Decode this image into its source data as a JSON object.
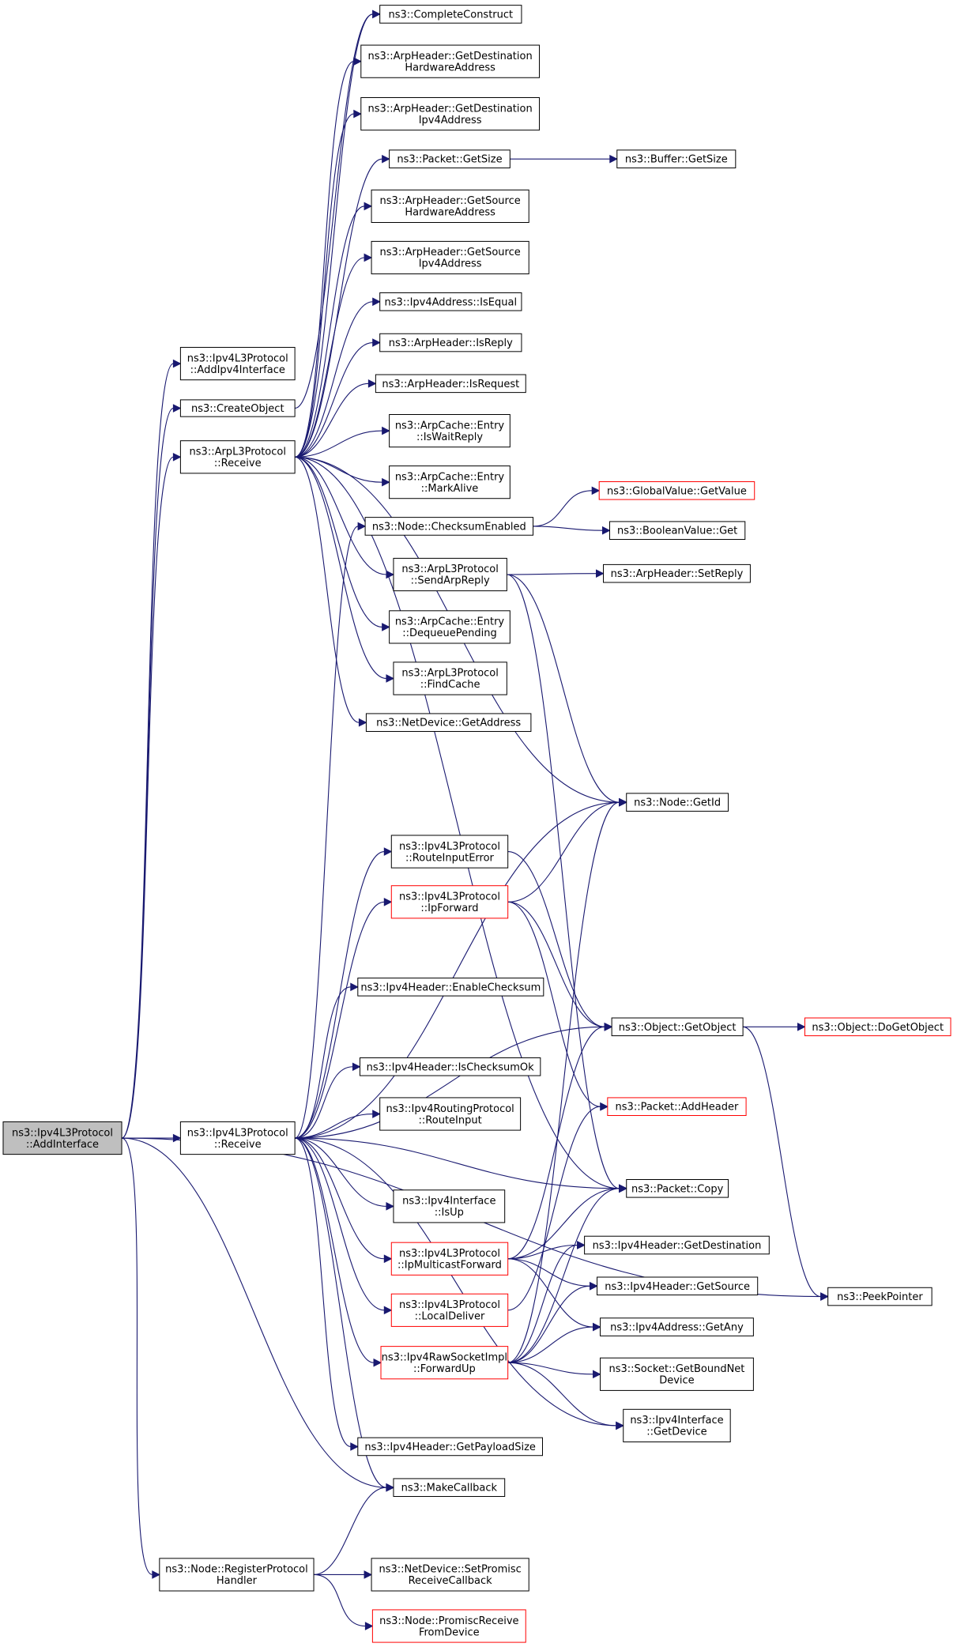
{
  "colors": {
    "edge": "#191970",
    "node_border": "#000000",
    "truncated_border": "#ff0000",
    "root_fill": "#bfbfbf",
    "node_fill": "#ffffff"
  },
  "nodes": [
    {
      "id": "root",
      "lines": [
        "ns3::Ipv4L3Protocol",
        "::AddInterface"
      ],
      "style": "root"
    },
    {
      "id": "addipv4",
      "lines": [
        "ns3::Ipv4L3Protocol",
        "::AddIpv4Interface"
      ],
      "style": "normal"
    },
    {
      "id": "createobject",
      "lines": [
        "ns3::CreateObject"
      ],
      "style": "normal"
    },
    {
      "id": "arprecv",
      "lines": [
        "ns3::ArpL3Protocol",
        "::Receive"
      ],
      "style": "normal"
    },
    {
      "id": "ipv4recv",
      "lines": [
        "ns3::Ipv4L3Protocol",
        "::Receive"
      ],
      "style": "normal"
    },
    {
      "id": "reghandler",
      "lines": [
        "ns3::Node::RegisterProtocol",
        "Handler"
      ],
      "style": "normal"
    },
    {
      "id": "complete",
      "lines": [
        "ns3::CompleteConstruct"
      ],
      "style": "normal"
    },
    {
      "id": "getdesthw",
      "lines": [
        "ns3::ArpHeader::GetDestination",
        "HardwareAddress"
      ],
      "style": "normal"
    },
    {
      "id": "getdestip",
      "lines": [
        "ns3::ArpHeader::GetDestination",
        "Ipv4Address"
      ],
      "style": "normal"
    },
    {
      "id": "pktgetsize",
      "lines": [
        "ns3::Packet::GetSize"
      ],
      "style": "normal"
    },
    {
      "id": "bufgetsize",
      "lines": [
        "ns3::Buffer::GetSize"
      ],
      "style": "normal"
    },
    {
      "id": "getsrchw",
      "lines": [
        "ns3::ArpHeader::GetSource",
        "HardwareAddress"
      ],
      "style": "normal"
    },
    {
      "id": "getsrcip",
      "lines": [
        "ns3::ArpHeader::GetSource",
        "Ipv4Address"
      ],
      "style": "normal"
    },
    {
      "id": "isequal",
      "lines": [
        "ns3::Ipv4Address::IsEqual"
      ],
      "style": "normal"
    },
    {
      "id": "isreply",
      "lines": [
        "ns3::ArpHeader::IsReply"
      ],
      "style": "normal"
    },
    {
      "id": "isrequest",
      "lines": [
        "ns3::ArpHeader::IsRequest"
      ],
      "style": "normal"
    },
    {
      "id": "iswaitreply",
      "lines": [
        "ns3::ArpCache::Entry",
        "::IsWaitReply"
      ],
      "style": "normal"
    },
    {
      "id": "markalive",
      "lines": [
        "ns3::ArpCache::Entry",
        "::MarkAlive"
      ],
      "style": "normal"
    },
    {
      "id": "globalvalue",
      "lines": [
        "ns3::GlobalValue::GetValue"
      ],
      "style": "truncated"
    },
    {
      "id": "checksumenabled",
      "lines": [
        "ns3::Node::ChecksumEnabled"
      ],
      "style": "normal"
    },
    {
      "id": "booleanget",
      "lines": [
        "ns3::BooleanValue::Get"
      ],
      "style": "normal"
    },
    {
      "id": "sendarpreply",
      "lines": [
        "ns3::ArpL3Protocol",
        "::SendArpReply"
      ],
      "style": "normal"
    },
    {
      "id": "setreply",
      "lines": [
        "ns3::ArpHeader::SetReply"
      ],
      "style": "normal"
    },
    {
      "id": "dequeue",
      "lines": [
        "ns3::ArpCache::Entry",
        "::DequeuePending"
      ],
      "style": "normal"
    },
    {
      "id": "findcache",
      "lines": [
        "ns3::ArpL3Protocol",
        "::FindCache"
      ],
      "style": "normal"
    },
    {
      "id": "getaddress",
      "lines": [
        "ns3::NetDevice::GetAddress"
      ],
      "style": "normal"
    },
    {
      "id": "getid",
      "lines": [
        "ns3::Node::GetId"
      ],
      "style": "normal"
    },
    {
      "id": "routeinputerror",
      "lines": [
        "ns3::Ipv4L3Protocol",
        "::RouteInputError"
      ],
      "style": "normal"
    },
    {
      "id": "ipforward",
      "lines": [
        "ns3::Ipv4L3Protocol",
        "::IpForward"
      ],
      "style": "truncated"
    },
    {
      "id": "enablechecksum",
      "lines": [
        "ns3::Ipv4Header::EnableChecksum"
      ],
      "style": "normal"
    },
    {
      "id": "getobject",
      "lines": [
        "ns3::Object::GetObject"
      ],
      "style": "normal"
    },
    {
      "id": "dogetobject",
      "lines": [
        "ns3::Object::DoGetObject"
      ],
      "style": "truncated"
    },
    {
      "id": "ischecksumok",
      "lines": [
        "ns3::Ipv4Header::IsChecksumOk"
      ],
      "style": "normal"
    },
    {
      "id": "routeinput",
      "lines": [
        "ns3::Ipv4RoutingProtocol",
        "::RouteInput"
      ],
      "style": "normal"
    },
    {
      "id": "addheader",
      "lines": [
        "ns3::Packet::AddHeader"
      ],
      "style": "truncated"
    },
    {
      "id": "isup",
      "lines": [
        "ns3::Ipv4Interface",
        "::IsUp"
      ],
      "style": "normal"
    },
    {
      "id": "pktcopy",
      "lines": [
        "ns3::Packet::Copy"
      ],
      "style": "normal"
    },
    {
      "id": "ipmcforward",
      "lines": [
        "ns3::Ipv4L3Protocol",
        "::IpMulticastForward"
      ],
      "style": "truncated"
    },
    {
      "id": "getdest",
      "lines": [
        "ns3::Ipv4Header::GetDestination"
      ],
      "style": "normal"
    },
    {
      "id": "getsource",
      "lines": [
        "ns3::Ipv4Header::GetSource"
      ],
      "style": "normal"
    },
    {
      "id": "peekpointer",
      "lines": [
        "ns3::PeekPointer"
      ],
      "style": "normal"
    },
    {
      "id": "localdeliver",
      "lines": [
        "ns3::Ipv4L3Protocol",
        "::LocalDeliver"
      ],
      "style": "truncated"
    },
    {
      "id": "getany",
      "lines": [
        "ns3::Ipv4Address::GetAny"
      ],
      "style": "normal"
    },
    {
      "id": "forwardup",
      "lines": [
        "ns3::Ipv4RawSocketImpl",
        "::ForwardUp"
      ],
      "style": "truncated"
    },
    {
      "id": "getboundnet",
      "lines": [
        "ns3::Socket::GetBoundNet",
        "Device"
      ],
      "style": "normal"
    },
    {
      "id": "ifgetdevice",
      "lines": [
        "ns3::Ipv4Interface",
        "::GetDevice"
      ],
      "style": "normal"
    },
    {
      "id": "getpayload",
      "lines": [
        "ns3::Ipv4Header::GetPayloadSize"
      ],
      "style": "normal"
    },
    {
      "id": "makecallback",
      "lines": [
        "ns3::MakeCallback"
      ],
      "style": "normal"
    },
    {
      "id": "setpromisc",
      "lines": [
        "ns3::NetDevice::SetPromisc",
        "ReceiveCallback"
      ],
      "style": "normal"
    },
    {
      "id": "promiscrecv",
      "lines": [
        "ns3::Node::PromiscReceive",
        "FromDevice"
      ],
      "style": "truncated"
    }
  ],
  "edges": [
    [
      "root",
      "addipv4"
    ],
    [
      "root",
      "createobject"
    ],
    [
      "root",
      "arprecv"
    ],
    [
      "root",
      "ipv4recv"
    ],
    [
      "root",
      "makecallback"
    ],
    [
      "root",
      "peekpointer"
    ],
    [
      "root",
      "reghandler"
    ],
    [
      "createobject",
      "complete"
    ],
    [
      "arprecv",
      "complete"
    ],
    [
      "arprecv",
      "getdesthw"
    ],
    [
      "arprecv",
      "getdestip"
    ],
    [
      "arprecv",
      "pktgetsize"
    ],
    [
      "arprecv",
      "getsrchw"
    ],
    [
      "arprecv",
      "getsrcip"
    ],
    [
      "arprecv",
      "isequal"
    ],
    [
      "arprecv",
      "isreply"
    ],
    [
      "arprecv",
      "isrequest"
    ],
    [
      "arprecv",
      "iswaitreply"
    ],
    [
      "arprecv",
      "markalive"
    ],
    [
      "arprecv",
      "sendarpreply"
    ],
    [
      "arprecv",
      "dequeue"
    ],
    [
      "arprecv",
      "findcache"
    ],
    [
      "arprecv",
      "getaddress"
    ],
    [
      "arprecv",
      "getid"
    ],
    [
      "arprecv",
      "pktcopy"
    ],
    [
      "pktgetsize",
      "bufgetsize"
    ],
    [
      "checksumenabled",
      "globalvalue"
    ],
    [
      "checksumenabled",
      "booleanget"
    ],
    [
      "sendarpreply",
      "setreply"
    ],
    [
      "sendarpreply",
      "getid"
    ],
    [
      "sendarpreply",
      "pktcopy"
    ],
    [
      "ipv4recv",
      "checksumenabled"
    ],
    [
      "ipv4recv",
      "getid"
    ],
    [
      "ipv4recv",
      "routeinputerror"
    ],
    [
      "ipv4recv",
      "ipforward"
    ],
    [
      "ipv4recv",
      "enablechecksum"
    ],
    [
      "ipv4recv",
      "getobject"
    ],
    [
      "ipv4recv",
      "ischecksumok"
    ],
    [
      "ipv4recv",
      "routeinput"
    ],
    [
      "ipv4recv",
      "pktcopy"
    ],
    [
      "ipv4recv",
      "isup"
    ],
    [
      "ipv4recv",
      "ipmcforward"
    ],
    [
      "ipv4recv",
      "localdeliver"
    ],
    [
      "ipv4recv",
      "forwardup"
    ],
    [
      "ipv4recv",
      "ifgetdevice"
    ],
    [
      "ipv4recv",
      "getpayload"
    ],
    [
      "ipv4recv",
      "makecallback"
    ],
    [
      "routeinputerror",
      "getobject"
    ],
    [
      "ipforward",
      "getid"
    ],
    [
      "ipforward",
      "getobject"
    ],
    [
      "ipforward",
      "addheader"
    ],
    [
      "getobject",
      "dogetobject"
    ],
    [
      "getobject",
      "peekpointer"
    ],
    [
      "ipmcforward",
      "getobject"
    ],
    [
      "ipmcforward",
      "pktcopy"
    ],
    [
      "ipmcforward",
      "getdest"
    ],
    [
      "ipmcforward",
      "getsource"
    ],
    [
      "ipmcforward",
      "getany"
    ],
    [
      "localdeliver",
      "addheader"
    ],
    [
      "forwardup",
      "getid"
    ],
    [
      "forwardup",
      "pktcopy"
    ],
    [
      "forwardup",
      "getdest"
    ],
    [
      "forwardup",
      "getsource"
    ],
    [
      "forwardup",
      "getany"
    ],
    [
      "forwardup",
      "getboundnet"
    ],
    [
      "forwardup",
      "ifgetdevice"
    ],
    [
      "reghandler",
      "makecallback"
    ],
    [
      "reghandler",
      "setpromisc"
    ],
    [
      "reghandler",
      "promiscrecv"
    ]
  ]
}
